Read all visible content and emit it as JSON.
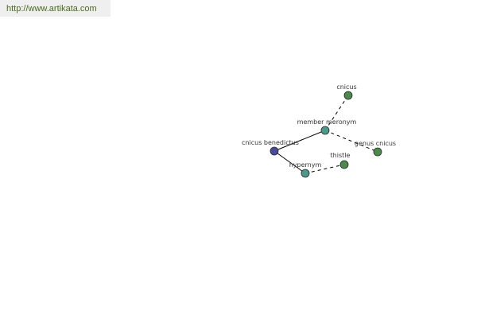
{
  "site": {
    "url": "http://www.artikata.com"
  },
  "graph": {
    "edge_color": "#000000",
    "node_stroke": "#2a2a2a",
    "nodes": [
      {
        "id": "cnicus-benedictus",
        "label": "cnicus benedictus",
        "role": "center",
        "color": "#4a4a9c"
      },
      {
        "id": "member-meronym",
        "label": "member meronym",
        "role": "relation",
        "color": "#4a9a8a"
      },
      {
        "id": "hypernym",
        "label": "hypernym",
        "role": "relation",
        "color": "#4a9a8a"
      },
      {
        "id": "cnicus",
        "label": "cnicus",
        "role": "term",
        "color": "#4a8a4a"
      },
      {
        "id": "genus-cnicus",
        "label": "genus cnicus",
        "role": "term",
        "color": "#4a8a4a"
      },
      {
        "id": "thistle",
        "label": "thistle",
        "role": "term",
        "color": "#4a8a4a"
      }
    ],
    "edges": [
      {
        "from": "cnicus-benedictus",
        "to": "member-meronym",
        "style": "solid"
      },
      {
        "from": "cnicus-benedictus",
        "to": "hypernym",
        "style": "solid"
      },
      {
        "from": "member-meronym",
        "to": "cnicus",
        "style": "dashed"
      },
      {
        "from": "member-meronym",
        "to": "genus-cnicus",
        "style": "dashed"
      },
      {
        "from": "hypernym",
        "to": "thistle",
        "style": "dashed"
      }
    ]
  }
}
